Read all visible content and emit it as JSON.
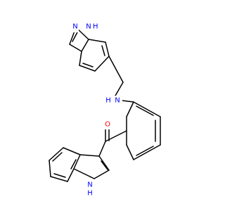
{
  "molecule": {
    "colors": {
      "bond": "#000000",
      "nitrogen": "#0000ff",
      "oxygen": "#ff0000"
    },
    "labels": {
      "indazole_n": "N",
      "indazole_nh_n": "N",
      "indazole_nh_h": "H",
      "amine_h": "H",
      "amine_n": "N",
      "carbonyl_o": "O",
      "indole_nh_n": "N",
      "indole_nh_h": "H"
    }
  }
}
